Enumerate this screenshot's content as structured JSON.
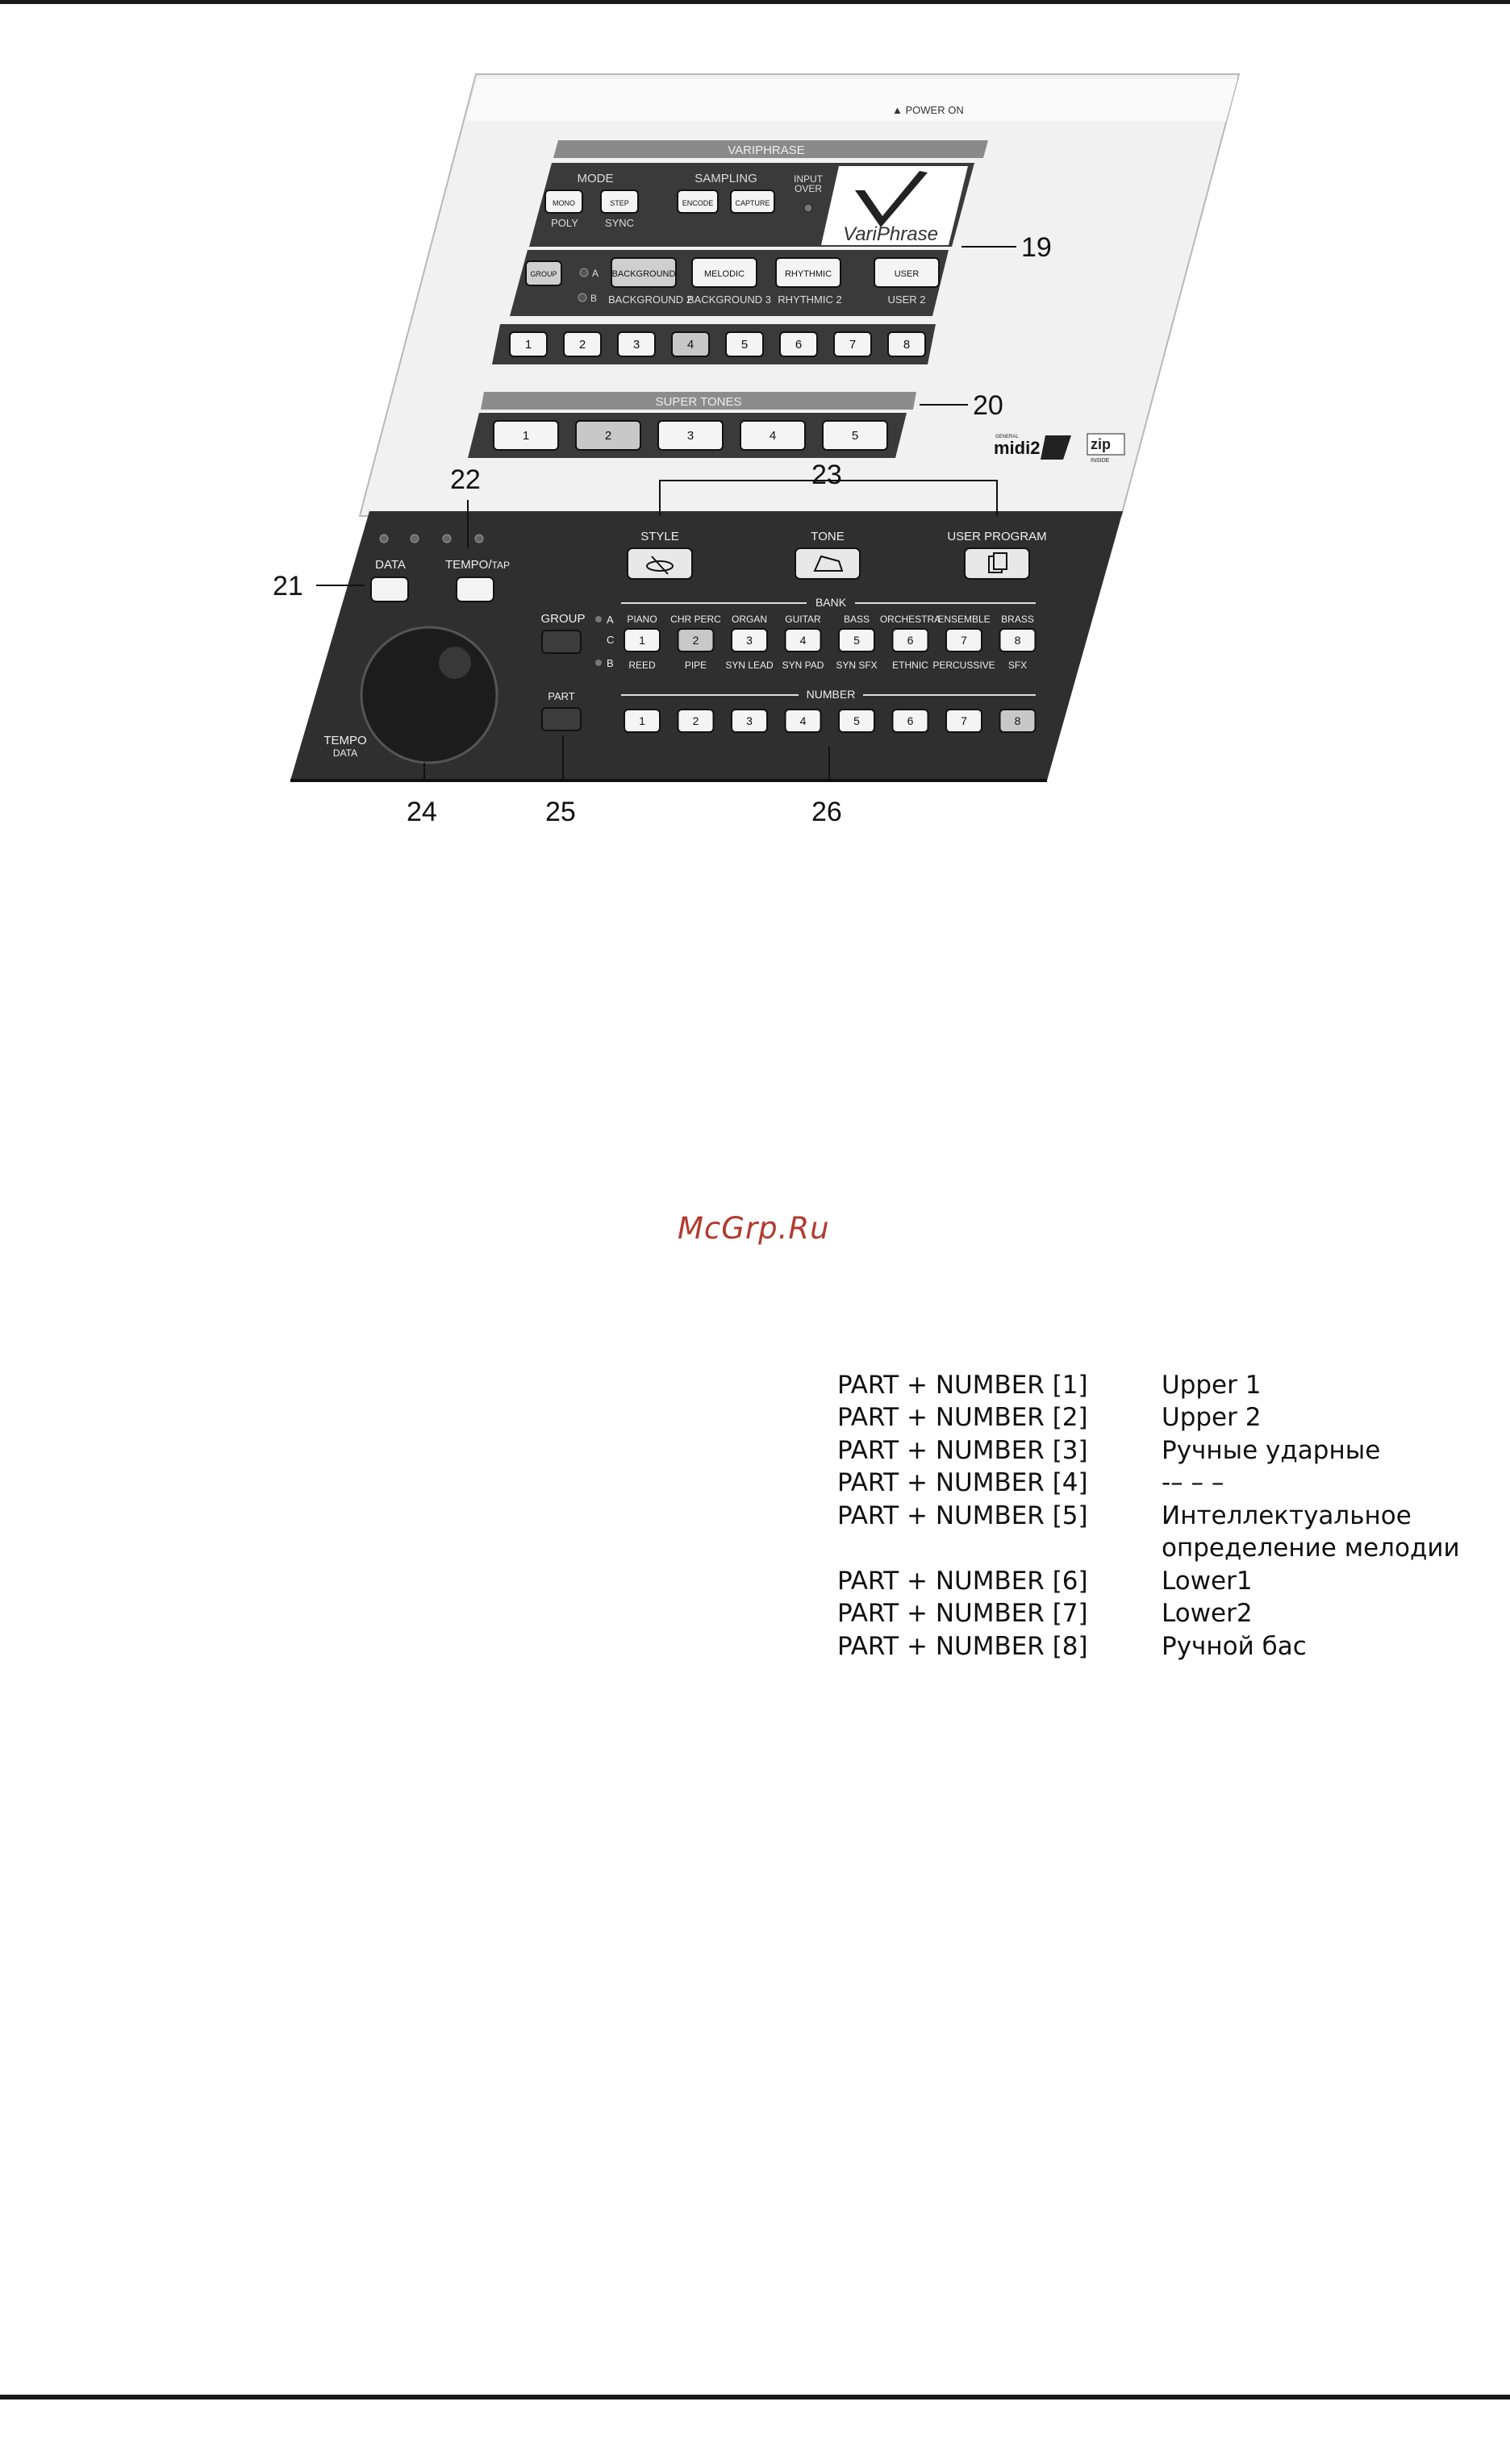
{
  "panel": {
    "power_on": "▲ POWER ON",
    "variphrase": {
      "title": "VARIPHRASE",
      "mode_label": "MODE",
      "sampling_label": "SAMPLING",
      "input_label": "INPUT",
      "over_label": "OVER",
      "mono": "MONO",
      "poly": "POLY",
      "step": "STEP",
      "sync": "SYNC",
      "encode": "ENCODE",
      "capture": "CAPTURE",
      "logo": "VariPhrase"
    },
    "groups": {
      "group": "GROUP",
      "a": "A",
      "b": "B",
      "background": "BACKGROUND",
      "melodic": "MELODIC",
      "rhythmic": "RHYTHMIC",
      "user": "USER",
      "background2": "BACKGROUND 2",
      "background3": "BACKGROUND 3",
      "rhythmic2": "RHYTHMIC 2",
      "user2": "USER 2"
    },
    "vp_numbers": [
      "1",
      "2",
      "3",
      "4",
      "5",
      "6",
      "7",
      "8"
    ],
    "super_tones": {
      "title": "SUPER TONES",
      "buttons": [
        "1",
        "2",
        "3",
        "4",
        "5"
      ]
    },
    "logos": {
      "gm": "GENERAL",
      "midi2": "midi2",
      "zip": "zip",
      "inside": "INSIDE"
    },
    "leds": {
      "data": "DATA",
      "tempo": "TEMPO",
      "tap": "TAP"
    },
    "mode_buttons": {
      "style": "STYLE",
      "tone": "TONE",
      "user_program": "USER PROGRAM"
    },
    "bank": {
      "title": "BANK",
      "group": "GROUP",
      "a": "A",
      "c": "C",
      "b": "B",
      "top_labels": [
        "PIANO",
        "CHR PERC",
        "ORGAN",
        "GUITAR",
        "BASS",
        "ORCHESTRA",
        "ENSEMBLE",
        "BRASS"
      ],
      "buttons": [
        "1",
        "2",
        "3",
        "4",
        "5",
        "6",
        "7",
        "8"
      ],
      "bottom_labels": [
        "REED",
        "PIPE",
        "SYN LEAD",
        "SYN PAD",
        "SYN SFX",
        "ETHNIC",
        "PERCUSSIVE",
        "SFX"
      ]
    },
    "number": {
      "title": "NUMBER",
      "part": "PART",
      "buttons": [
        "1",
        "2",
        "3",
        "4",
        "5",
        "6",
        "7",
        "8"
      ]
    },
    "dial": {
      "tempo": "TEMPO",
      "data": "DATA"
    },
    "callouts": [
      "19",
      "20",
      "21",
      "22",
      "23",
      "24",
      "25",
      "26"
    ]
  },
  "watermark": "McGrp.Ru",
  "table": [
    {
      "combo": "PART + NUMBER [1]",
      "value": "Upper 1"
    },
    {
      "combo": "PART + NUMBER [2]",
      "value": "Upper 2"
    },
    {
      "combo": "PART + NUMBER [3]",
      "value": "Ручные ударные"
    },
    {
      "combo": "PART + NUMBER [4]",
      "value": "-– – –"
    },
    {
      "combo": "PART + NUMBER [5]",
      "value": "Интеллектуальное"
    },
    {
      "combo": "",
      "value": "определение мелодии"
    },
    {
      "combo": "PART + NUMBER [6]",
      "value": "Lower1"
    },
    {
      "combo": "PART + NUMBER [7]",
      "value": "Lower2"
    },
    {
      "combo": "PART + NUMBER [8]",
      "value": "Ручной бас"
    }
  ]
}
